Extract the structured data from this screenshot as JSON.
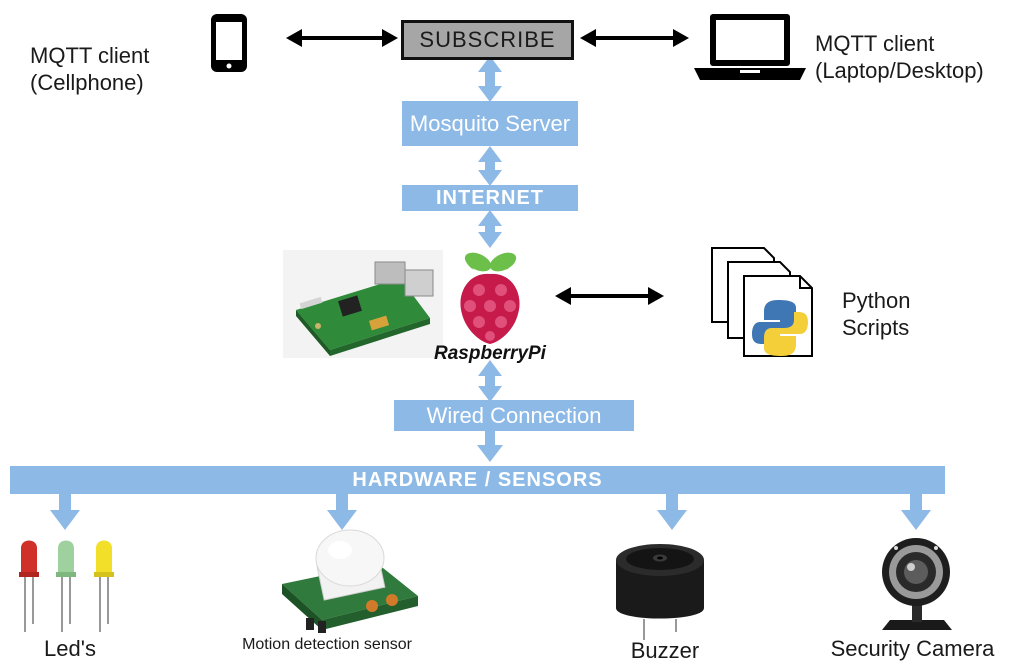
{
  "colors": {
    "accent_blue": "#8db9e6",
    "subscribe_fill": "#a6a6a6",
    "text_dark": "#1a1a1a",
    "raspberry": "#c51a4a",
    "leaf_green": "#6cc04a"
  },
  "clients": {
    "cellphone_line1": "MQTT client",
    "cellphone_line2": "(Cellphone)",
    "laptop_line1": "MQTT client",
    "laptop_line2": "(Laptop/Desktop)"
  },
  "subscribe_label": "SUBSCRIBE",
  "server_label": "Mosquito Server",
  "internet_label": "INTERNET",
  "raspberry_label": "RaspberryPi",
  "scripts_line1": "Python",
  "scripts_line2": "Scripts",
  "wired_label": "Wired Connection",
  "hardware_label": "HARDWARE / SENSORS",
  "devices": {
    "leds": "Led's",
    "motion": "Motion detection sensor",
    "buzzer": "Buzzer",
    "camera": "Security Camera"
  },
  "icons": [
    "cellphone-icon",
    "laptop-icon",
    "raspberry-pi-board-image",
    "raspberry-logo-icon",
    "python-scripts-icon",
    "led-icons",
    "motion-sensor-image",
    "buzzer-image",
    "webcam-image"
  ]
}
